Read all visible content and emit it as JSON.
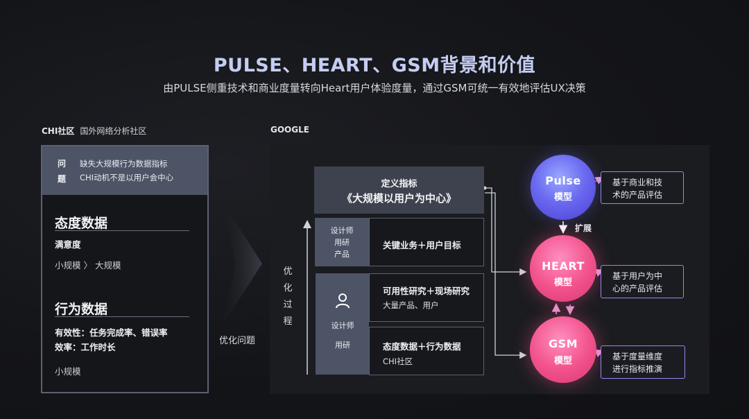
{
  "header": {
    "title": "PULSE、HEART、GSM背景和价值",
    "subtitle": "由PULSE侧重技术和商业度量转向Heart用户体验度量，通过GSM可统一有效地评估UX决策"
  },
  "left": {
    "label_bold": "CHI社区",
    "label_text": "国外网络分析社区",
    "problem_label_1": "问",
    "problem_label_2": "题",
    "problem_line_1": "缺失大规模行为数据指标",
    "problem_line_2": "CHI动机不是以用户会中心",
    "attitude": {
      "title": "态度数据",
      "item": "满意度",
      "scale_from": "小规模",
      "scale_arrow": "〉",
      "scale_to": "大规模"
    },
    "behavior": {
      "title": "行为数据",
      "line_1": "有效性：任务完成率、错误率",
      "line_2": "效率：工作时长",
      "scale": "小规模"
    }
  },
  "middle": {
    "label": "优化问题"
  },
  "right": {
    "label": "GOOGLE",
    "vertical_label": [
      "优",
      "化",
      "过",
      "程"
    ],
    "define": {
      "line_1": "定义指标",
      "line_2": "《大规模以用户为中心》"
    },
    "role1": {
      "line_1": "设计师",
      "line_2": "用研",
      "line_3": "产品"
    },
    "role2": {
      "line_1": "设计师",
      "line_2": "用研"
    },
    "outputs": [
      {
        "bold": "关键业务＋用户目标",
        "plain": ""
      },
      {
        "bold": "可用性研究＋现场研究",
        "plain": "大量产品、用户"
      },
      {
        "bold": "态度数据＋行为数据",
        "plain": "CHI社区"
      }
    ],
    "circles": {
      "pulse": {
        "name": "Pulse",
        "sub": "模型"
      },
      "heart": {
        "name": "HEART",
        "sub": "模型"
      },
      "gsm": {
        "name": "GSM",
        "sub": "模型"
      }
    },
    "expand_label": "扩展",
    "tags": {
      "pulse": {
        "line_1": "基于商业和技",
        "line_2": "术的产品评估"
      },
      "heart": {
        "line_1": "基于用户为中",
        "line_2": "心的产品评估"
      },
      "gsm": {
        "line_1": "基于度量维度",
        "line_2": "进行指标推演"
      }
    }
  },
  "colors": {
    "accent_title": "#c5cdf2",
    "pulse_circle": "#6b6af0",
    "heart_circle": "#f3558f",
    "tag_border": "#9b86f0",
    "panel_fill": "#4c5466"
  }
}
